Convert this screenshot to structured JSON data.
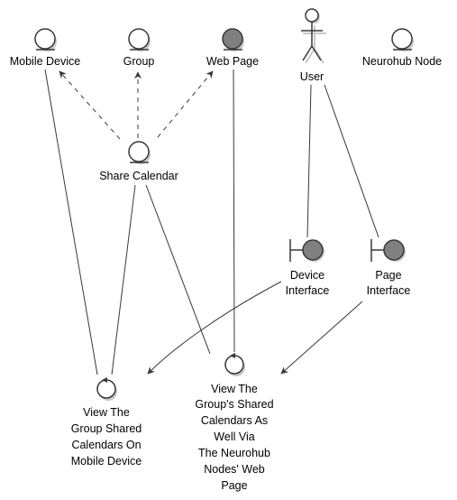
{
  "colors": {
    "line": "#383838",
    "entity_fill": "#ffffff",
    "entity_fill_dark": "#808080",
    "shadow": "#c8c8c8",
    "text": "#000000"
  },
  "nodes": {
    "mobile_device": {
      "label": [
        "Mobile Device"
      ],
      "kind": "entity"
    },
    "group": {
      "label": [
        "Group"
      ],
      "kind": "entity"
    },
    "web_page": {
      "label": [
        "Web Page"
      ],
      "kind": "entity-dark"
    },
    "user": {
      "label": [
        "User"
      ],
      "kind": "actor"
    },
    "neurohub_node": {
      "label": [
        "Neurohub Node"
      ],
      "kind": "entity"
    },
    "share_calendar": {
      "label": [
        "Share Calendar"
      ],
      "kind": "entity"
    },
    "device_interface": {
      "label": [
        "Device",
        "Interface"
      ],
      "kind": "boundary"
    },
    "page_interface": {
      "label": [
        "Page",
        "Interface"
      ],
      "kind": "boundary"
    },
    "view_mobile": {
      "label": [
        "View The",
        "Group Shared",
        "Calendars On",
        "Mobile Device"
      ],
      "kind": "control"
    },
    "view_web": {
      "label": [
        "View The",
        "Group's Shared",
        "Calendars As",
        "Well Via",
        "The Neurohub",
        "Nodes' Web",
        "Page"
      ],
      "kind": "control"
    }
  },
  "edges": [
    {
      "from": "share_calendar",
      "to": "mobile_device",
      "style": "dashed",
      "arrow": true
    },
    {
      "from": "share_calendar",
      "to": "group",
      "style": "dashed",
      "arrow": true
    },
    {
      "from": "share_calendar",
      "to": "web_page",
      "style": "dashed",
      "arrow": true
    },
    {
      "from": "mobile_device",
      "to": "view_mobile",
      "style": "solid",
      "arrow": false
    },
    {
      "from": "share_calendar",
      "to": "view_mobile",
      "style": "solid",
      "arrow": false
    },
    {
      "from": "share_calendar",
      "to": "view_web",
      "style": "solid",
      "arrow": false
    },
    {
      "from": "web_page",
      "to": "view_web",
      "style": "solid",
      "arrow": false
    },
    {
      "from": "user",
      "to": "device_interface",
      "style": "solid",
      "arrow": false
    },
    {
      "from": "user",
      "to": "page_interface",
      "style": "solid",
      "arrow": false
    },
    {
      "from": "device_interface",
      "to": "view_mobile",
      "style": "curved",
      "arrow": true
    },
    {
      "from": "page_interface",
      "to": "view_web",
      "style": "solid",
      "arrow": true
    }
  ]
}
